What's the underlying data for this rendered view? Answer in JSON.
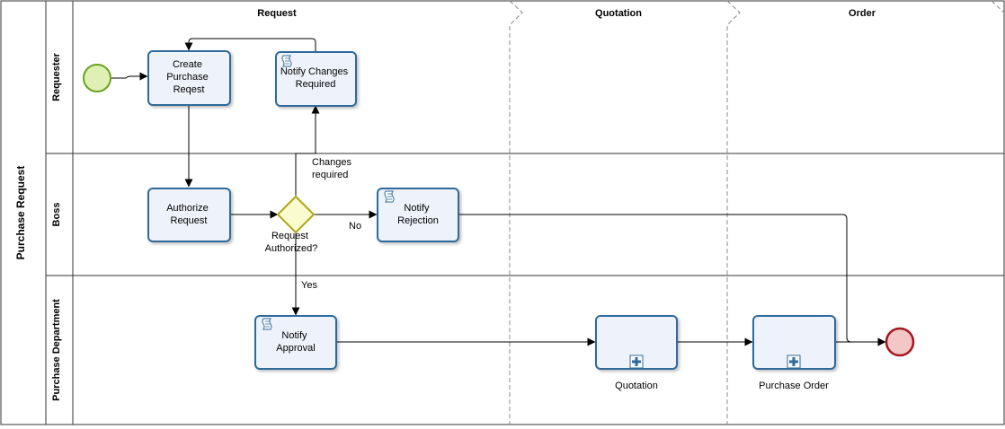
{
  "pool": {
    "label": "Purchase Request"
  },
  "lanes": {
    "requester": "Requester",
    "boss": "Boss",
    "purchase_department": "Purchase Department"
  },
  "phases": {
    "request": "Request",
    "quotation": "Quotation",
    "order": "Order"
  },
  "tasks": {
    "create_purchase_request": [
      "Create",
      "Purchase",
      "Reqest"
    ],
    "notify_changes_required": [
      "Notify Changes",
      "Required"
    ],
    "authorize_request": [
      "Authorize",
      "Request"
    ],
    "notify_rejection": [
      "Notify",
      "Rejection"
    ],
    "notify_approval": [
      "Notify",
      "Approval"
    ]
  },
  "gateway": {
    "label": [
      "Request",
      "Authorized?"
    ]
  },
  "flow_labels": {
    "changes_required": [
      "Changes",
      "required"
    ],
    "no": "No",
    "yes": "Yes"
  },
  "subprocesses": {
    "quotation": "Quotation",
    "purchase_order": "Purchase Order"
  },
  "colors": {
    "task_fill": "#eef3fb",
    "task_stroke": "#2e6a9a",
    "start_event_fill": "#dff0b5",
    "start_event_stroke": "#6aa121",
    "end_event_fill": "#f4c7c7",
    "end_event_stroke": "#a4161c",
    "gateway_fill": "#fbfbd0",
    "gateway_stroke": "#b0a415"
  },
  "icons": {
    "task_marker": "script-icon",
    "subprocess_marker": "plus-icon"
  }
}
